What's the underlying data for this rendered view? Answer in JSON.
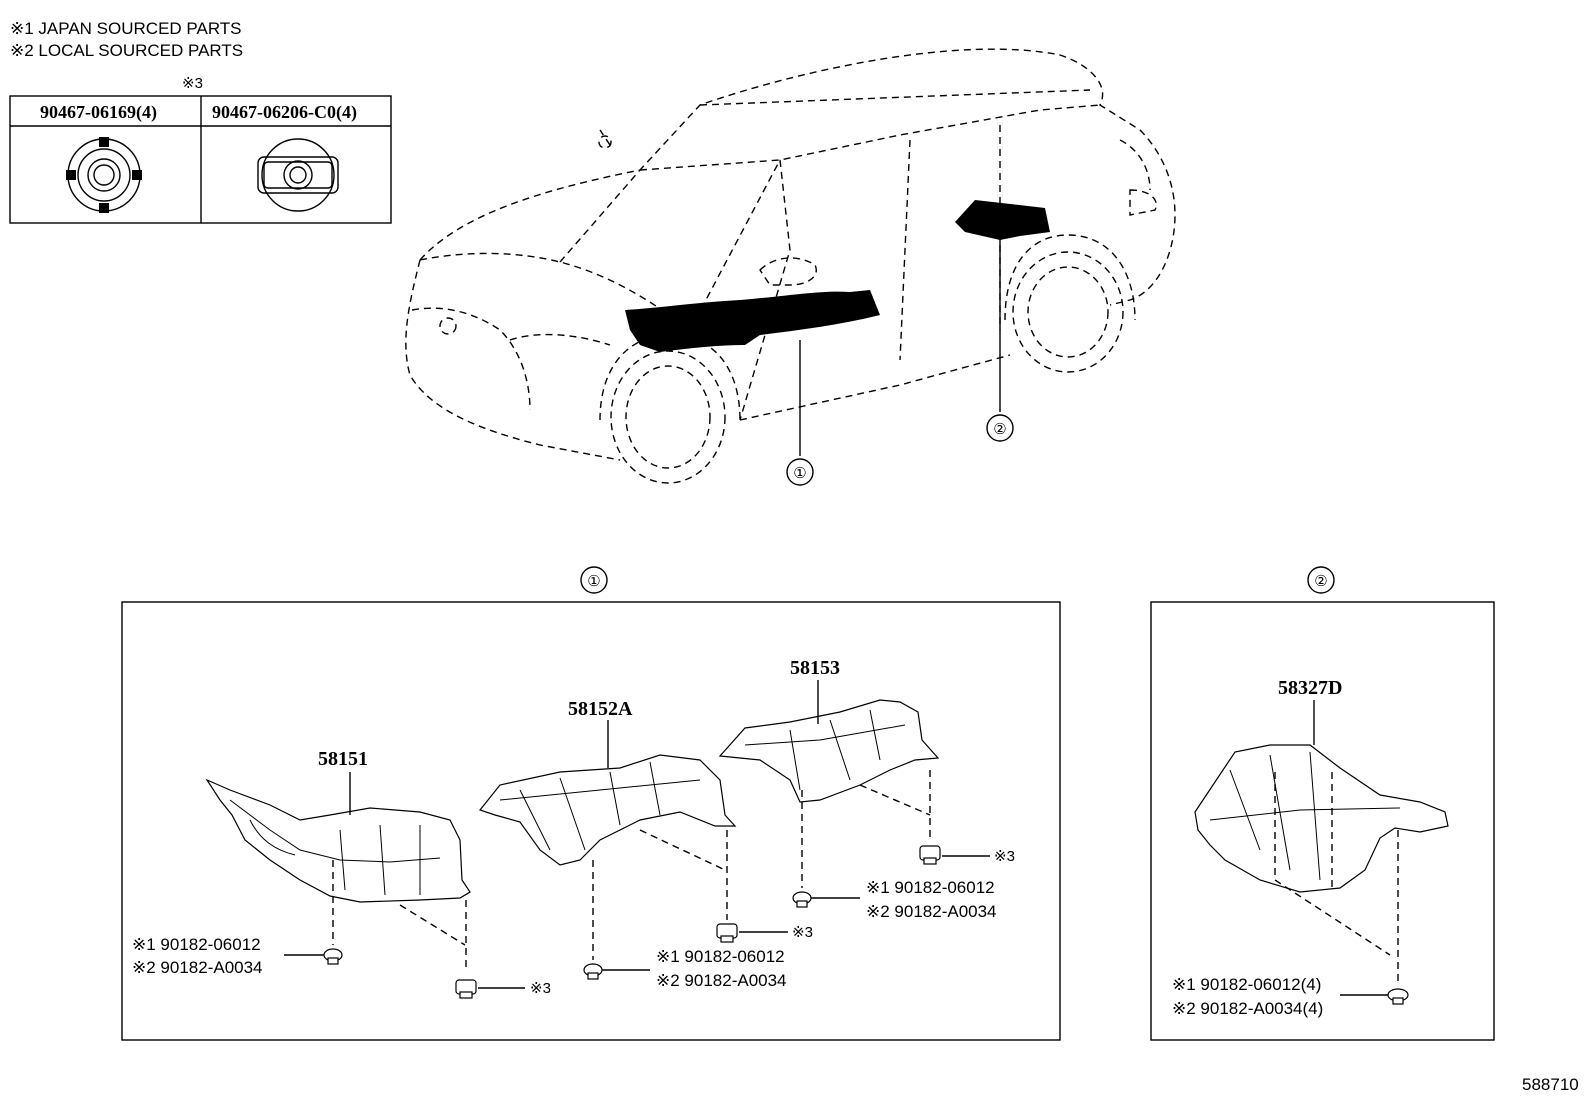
{
  "legend": {
    "note1": "※1 JAPAN SOURCED PARTS",
    "note2": "※2 LOCAL SOURCED PARTS"
  },
  "fastener_table": {
    "header_mark": "※3",
    "col1": "90467-06169(4)",
    "col2": "90467-06206-C0(4)"
  },
  "car_view": {
    "callout1": "①",
    "callout2": "②"
  },
  "group1": {
    "title": "①",
    "parts": {
      "p58151": "58151",
      "p58152a": "58152A",
      "p58153": "58153"
    },
    "clip_a_line1": "※1 90182-06012",
    "clip_a_line2": "※2 90182-A0034",
    "clip_b_mark": "※3",
    "clip_c_line1": "※1 90182-06012",
    "clip_c_line2": "※2 90182-A0034",
    "clip_d_mark": "※3",
    "clip_e_line1": "※1 90182-06012",
    "clip_e_line2": "※2 90182-A0034",
    "clip_f_mark": "※3"
  },
  "group2": {
    "title": "②",
    "part": "58327D",
    "clip_line1": "※1 90182-06012(4)",
    "clip_line2": "※2 90182-A0034(4)"
  },
  "figure_number": "588710"
}
